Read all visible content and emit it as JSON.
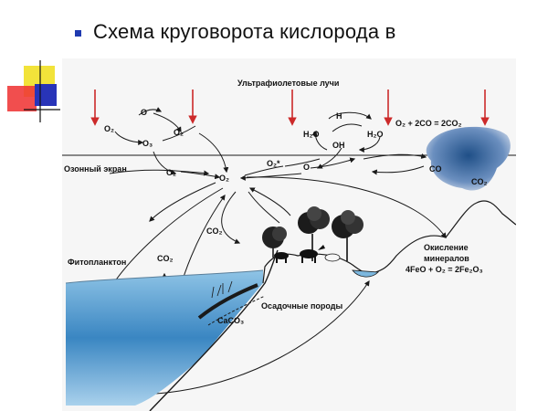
{
  "slide": {
    "title": "Схема круговорота кислорода в"
  },
  "diagram": {
    "uv_label": "Ультрафиолетовые лучи",
    "ozone_label": "Озонный экран",
    "phyto_label": "Фитопланктон",
    "sediment_label": "Осадочные породы",
    "oxidation_line1": "Окисление",
    "oxidation_line2": "минералов",
    "oxidation_eq": "4FeO + O₂ = 2Fe₂O₃",
    "co_eq": "O₂ + 2CO = 2CO₂",
    "chem": {
      "o": "O",
      "o2_left": "O₂",
      "o3": "O₃",
      "o2_mid": "O₂",
      "o2_center": "O₂",
      "o2_small": "O₂",
      "o2_star": "O₂*",
      "o_right": "O",
      "h": "H",
      "h2o_left": "H₂O",
      "oh": "OH",
      "h2o_right": "H₂O",
      "co": "CO",
      "co2_cloud": "CO₂",
      "co2_land": "CO₂",
      "co2_sea": "CO₂",
      "caco3": "CaCO₃"
    },
    "colors": {
      "arrow_red": "#cc2a2a",
      "water": "#3a86c2",
      "cloud": "#2f5f96",
      "line": "#1a1a1a"
    }
  }
}
